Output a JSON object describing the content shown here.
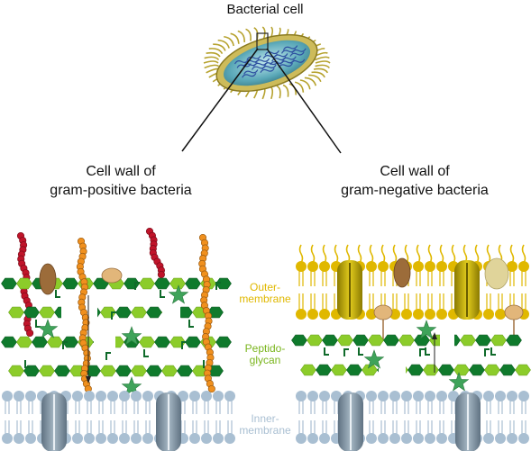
{
  "diagram": {
    "title": "Bacterial cell",
    "left_panel_title_line1": "Cell wall of",
    "left_panel_title_line2": "gram-positive bacteria",
    "right_panel_title_line1": "Cell wall of",
    "right_panel_title_line2": "gram-negative bacteria",
    "layers": {
      "outer_line1": "Outer-",
      "outer_line2": "membrane",
      "peptido_line1": "Peptido-",
      "peptido_line2": "glycan",
      "inner_line1": "Inner-",
      "inner_line2": "membrane"
    }
  },
  "colors": {
    "outer_membrane": "#e0b800",
    "peptidoglycan": "#7ab51d",
    "inner_membrane": "#a9bfd2",
    "teichoic_red": "#c0142a",
    "teichoic_orange": "#f0901e",
    "star": "#3fa35a"
  }
}
